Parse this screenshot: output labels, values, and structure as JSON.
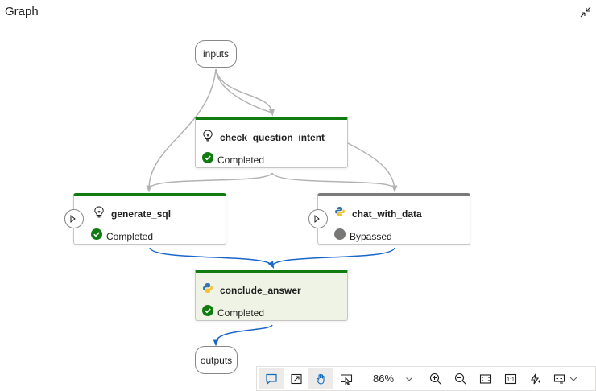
{
  "header": {
    "title": "Graph",
    "collapse_icon": "collapse-icon"
  },
  "io": {
    "inputs": "inputs",
    "outputs": "outputs"
  },
  "nodes": {
    "check_question_intent": {
      "name": "check_question_intent",
      "status": "Completed",
      "icon": "lightbulb-icon"
    },
    "generate_sql": {
      "name": "generate_sql",
      "status": "Completed",
      "icon": "lightbulb-icon"
    },
    "chat_with_data": {
      "name": "chat_with_data",
      "status": "Bypassed",
      "icon": "python-icon"
    },
    "conclude_answer": {
      "name": "conclude_answer",
      "status": "Completed",
      "icon": "python-icon"
    }
  },
  "colors": {
    "completed_bar": "#107c10",
    "bypassed_bar": "#7a7a7a",
    "selected_bg": "#eef3e5",
    "active_edge": "#1a66c9",
    "inactive_edge": "#b3b3b3"
  },
  "toolbar": {
    "zoom": "86%",
    "icons": [
      "comment-icon",
      "expand-icon",
      "hand-pan-icon",
      "select-icon",
      "zoom-in-icon",
      "zoom-out-icon",
      "fit-screen-icon",
      "actual-size-icon",
      "auto-layout-icon",
      "view-options-icon"
    ]
  }
}
